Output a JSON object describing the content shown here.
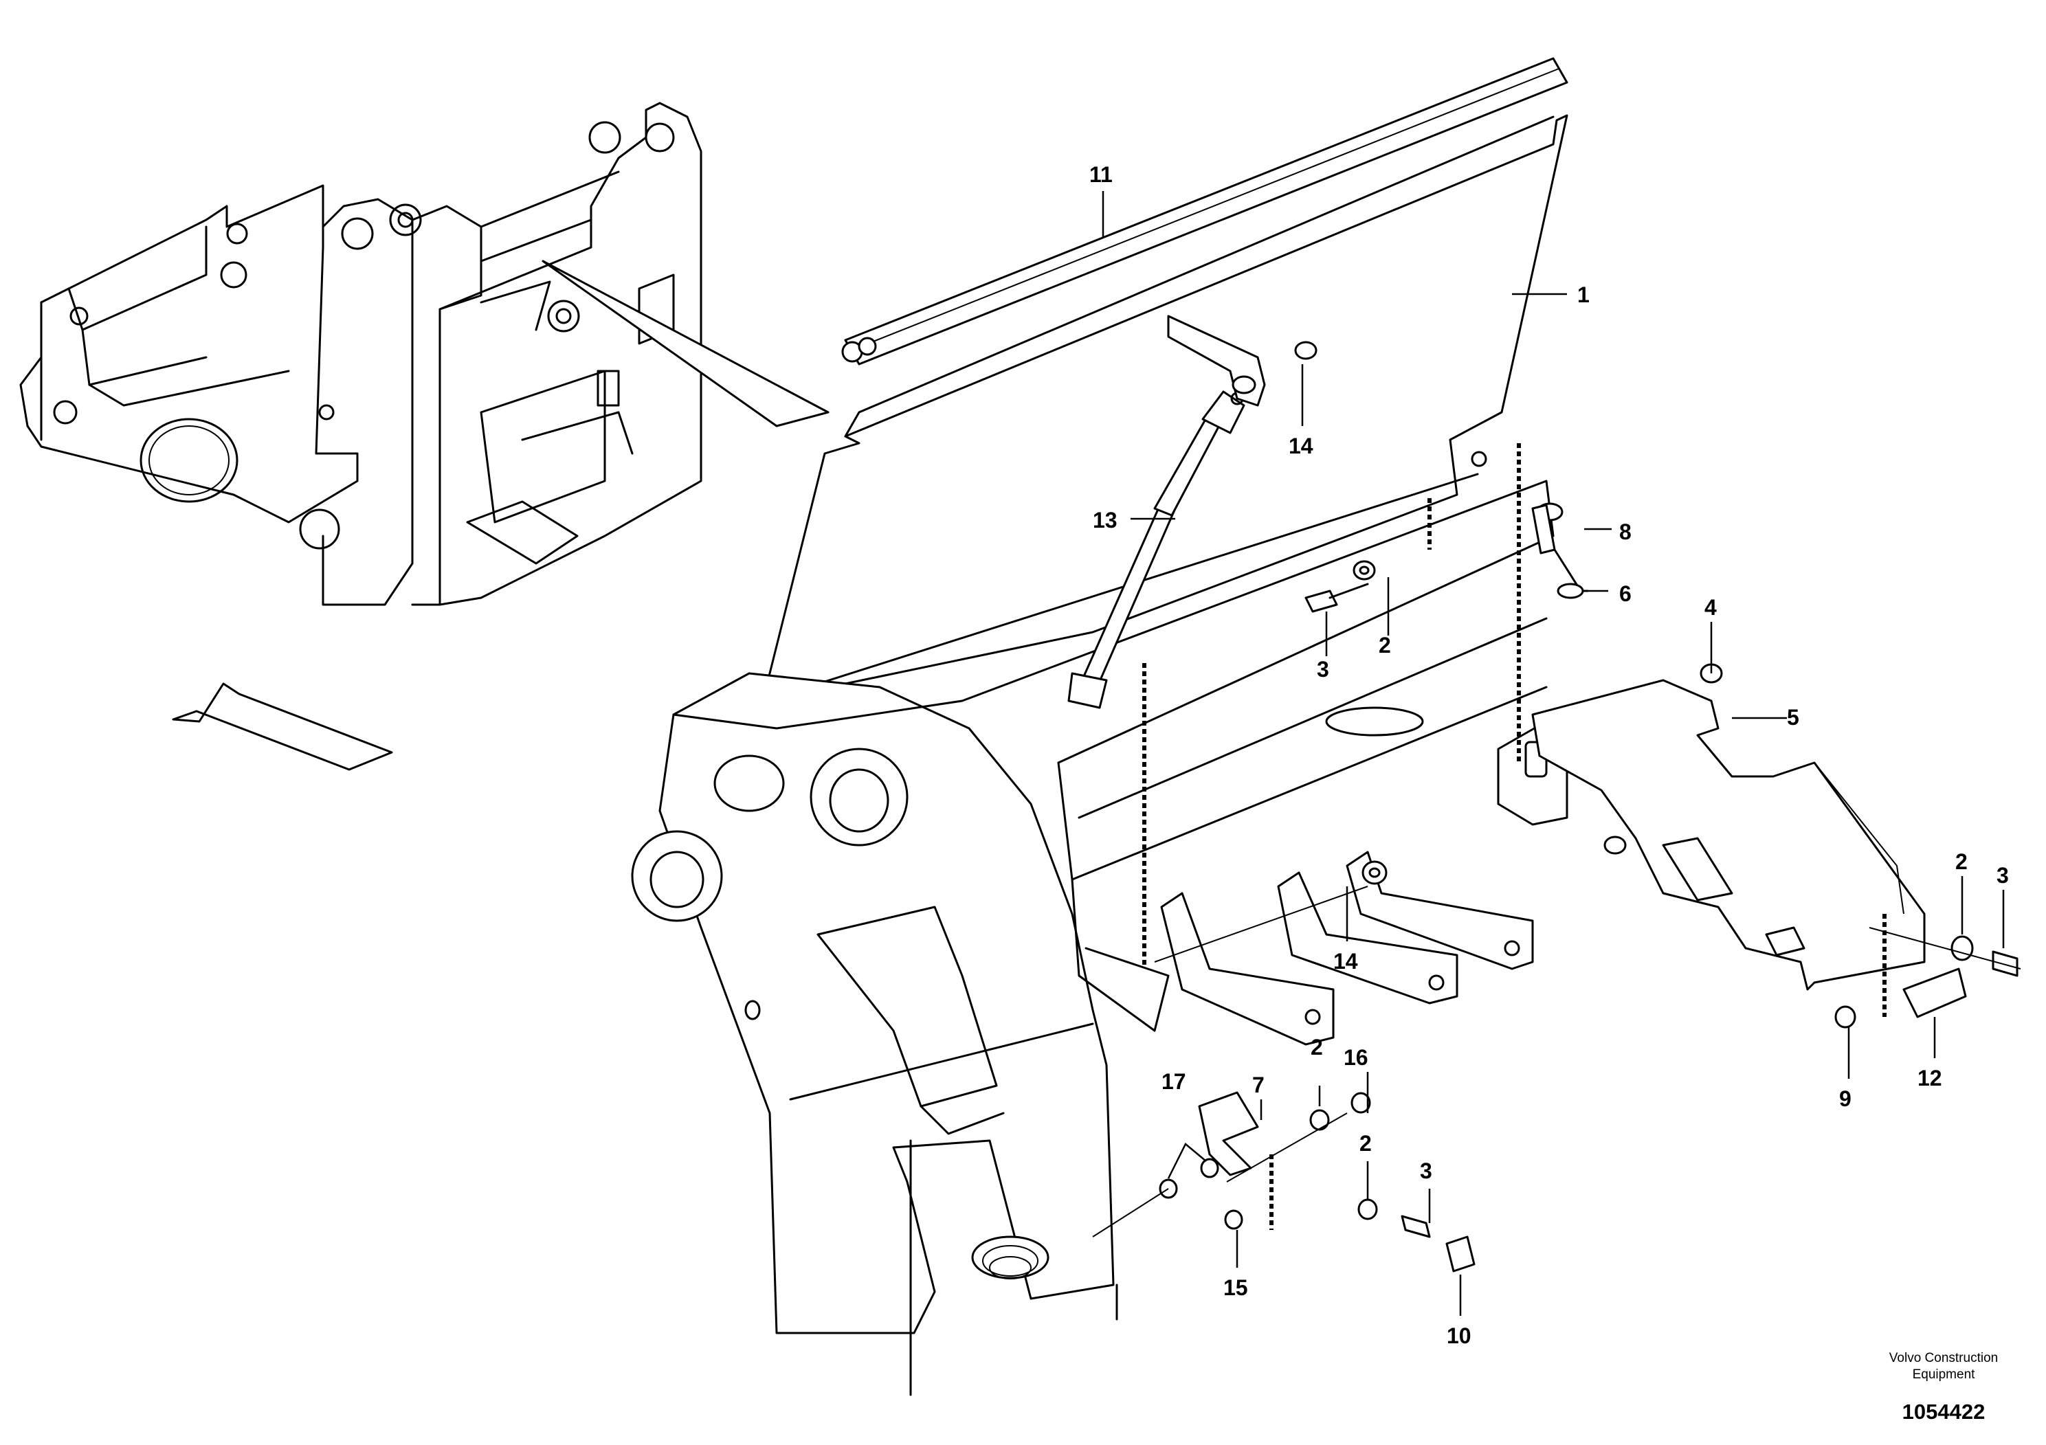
{
  "diagram": {
    "callouts": [
      {
        "id": "c1",
        "label": "1"
      },
      {
        "id": "c2a",
        "label": "2"
      },
      {
        "id": "c2b",
        "label": "2"
      },
      {
        "id": "c2c",
        "label": "2"
      },
      {
        "id": "c2d",
        "label": "2"
      },
      {
        "id": "c3a",
        "label": "3"
      },
      {
        "id": "c3b",
        "label": "3"
      },
      {
        "id": "c3c",
        "label": "3"
      },
      {
        "id": "c4",
        "label": "4"
      },
      {
        "id": "c5",
        "label": "5"
      },
      {
        "id": "c6",
        "label": "6"
      },
      {
        "id": "c7",
        "label": "7"
      },
      {
        "id": "c8",
        "label": "8"
      },
      {
        "id": "c9",
        "label": "9"
      },
      {
        "id": "c10",
        "label": "10"
      },
      {
        "id": "c11",
        "label": "11"
      },
      {
        "id": "c12",
        "label": "12"
      },
      {
        "id": "c13",
        "label": "13"
      },
      {
        "id": "c14a",
        "label": "14"
      },
      {
        "id": "c14b",
        "label": "14"
      },
      {
        "id": "c15",
        "label": "15"
      },
      {
        "id": "c16",
        "label": "16"
      },
      {
        "id": "c17",
        "label": "17"
      }
    ],
    "brand_line1": "Volvo Construction",
    "brand_line2": "Equipment",
    "figure_number": "1054422"
  }
}
